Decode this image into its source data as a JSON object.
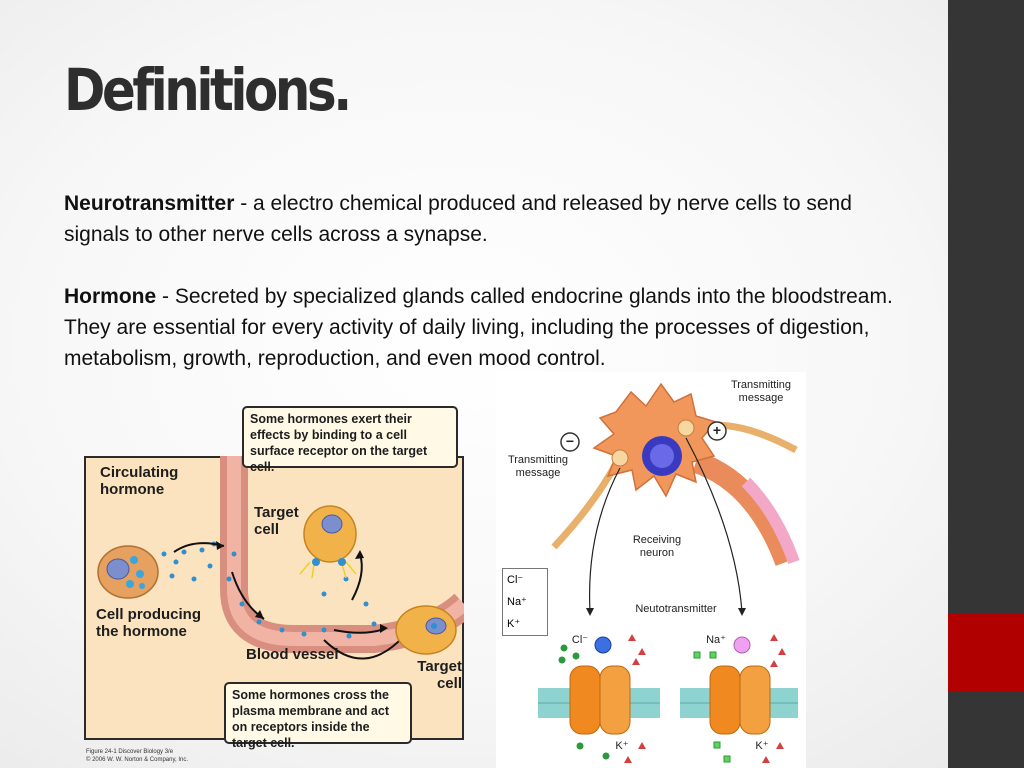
{
  "slide": {
    "title": "Definitions.",
    "definitions": [
      {
        "term": "Neurotransmitter",
        "text": " - a electro chemical produced and released by nerve cells to send signals to other nerve cells across a synapse."
      },
      {
        "term": "Hormone",
        "text": " - Secreted by specialized glands called endocrine glands into the bloodstream. They are essential for every activity of daily living, including the processes of digestion, metabolism, growth, reproduction, and even mood control."
      }
    ]
  },
  "figure_hormone": {
    "circulating_hormone": "Circulating hormone",
    "target_cell_top": "Target cell",
    "cell_producing": "Cell producing the hormone",
    "blood_vessel": "Blood vessel",
    "target_cell_bottom": "Target cell",
    "callout_top": "Some hormones exert their effects by binding to a cell surface receptor on the target cell.",
    "callout_bottom": "Some hormones cross the plasma membrane and act on receptors inside the target cell.",
    "credit_line1": "Figure 24-1 Discover Biology 3/e",
    "credit_line2": "© 2006 W. W. Norton & Company, Inc."
  },
  "figure_neuron": {
    "transmitting_message_right": "Transmitting message",
    "transmitting_message_left": "Transmitting message",
    "receiving_neuron": "Receiving neuron",
    "neurotransmitter": "Neutotransmitter",
    "legend": [
      "Cl⁻",
      "Na⁺",
      "K⁺"
    ],
    "ion_cl": "Cl⁻",
    "ion_na": "Na⁺",
    "ion_k_left": "K⁺",
    "ion_k_right": "K⁺",
    "minus_sign": "−",
    "plus_sign": "+"
  },
  "colors": {
    "sidebar": "#353535",
    "accent": "#b00000",
    "title": "#2e2e2e"
  }
}
